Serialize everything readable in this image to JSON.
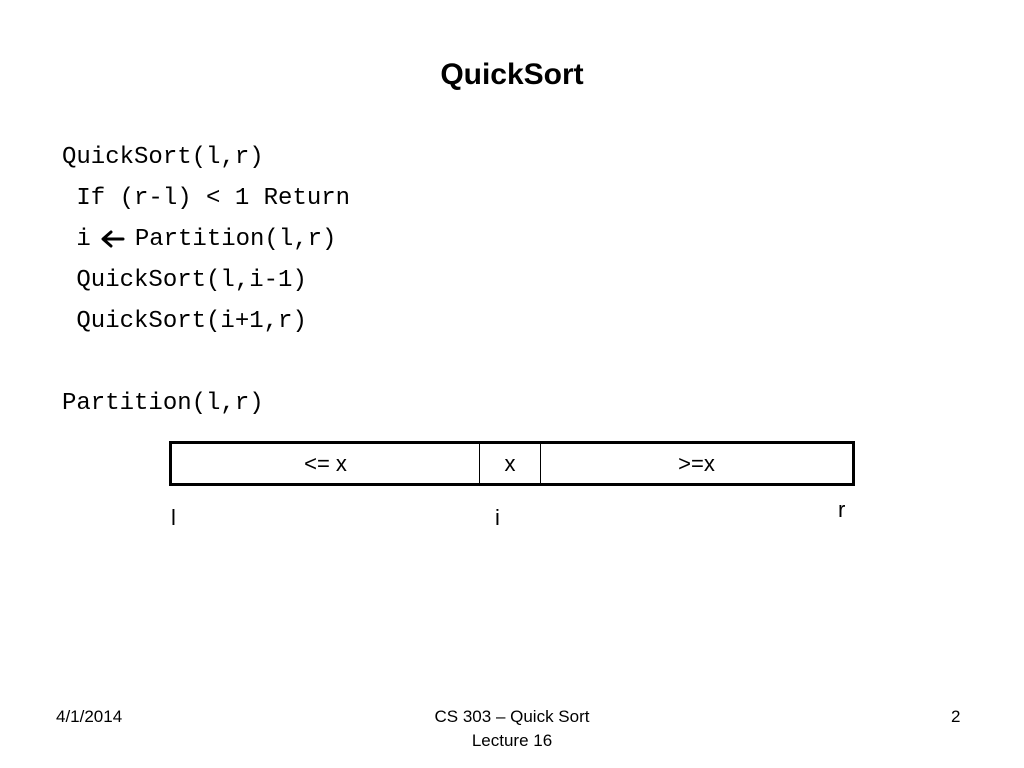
{
  "slide": {
    "title": "QuickSort"
  },
  "code": {
    "lines": [
      "QuickSort(l,r)",
      " If (r-l) < 1 Return",
      " i",
      "Partition(l,r)",
      " QuickSort(l,i-1)",
      " QuickSort(i+1,r)",
      "Partition(l,r)"
    ],
    "arrow_icon": "left-arrow-icon"
  },
  "diagram": {
    "cells": [
      "<= x",
      "x",
      ">=x"
    ],
    "index_labels": [
      "l",
      "i",
      "r"
    ]
  },
  "footer": {
    "date": "4/1/2014",
    "course": "CS 303 – Quick Sort",
    "lecture": "Lecture 16",
    "page_number": "2"
  }
}
